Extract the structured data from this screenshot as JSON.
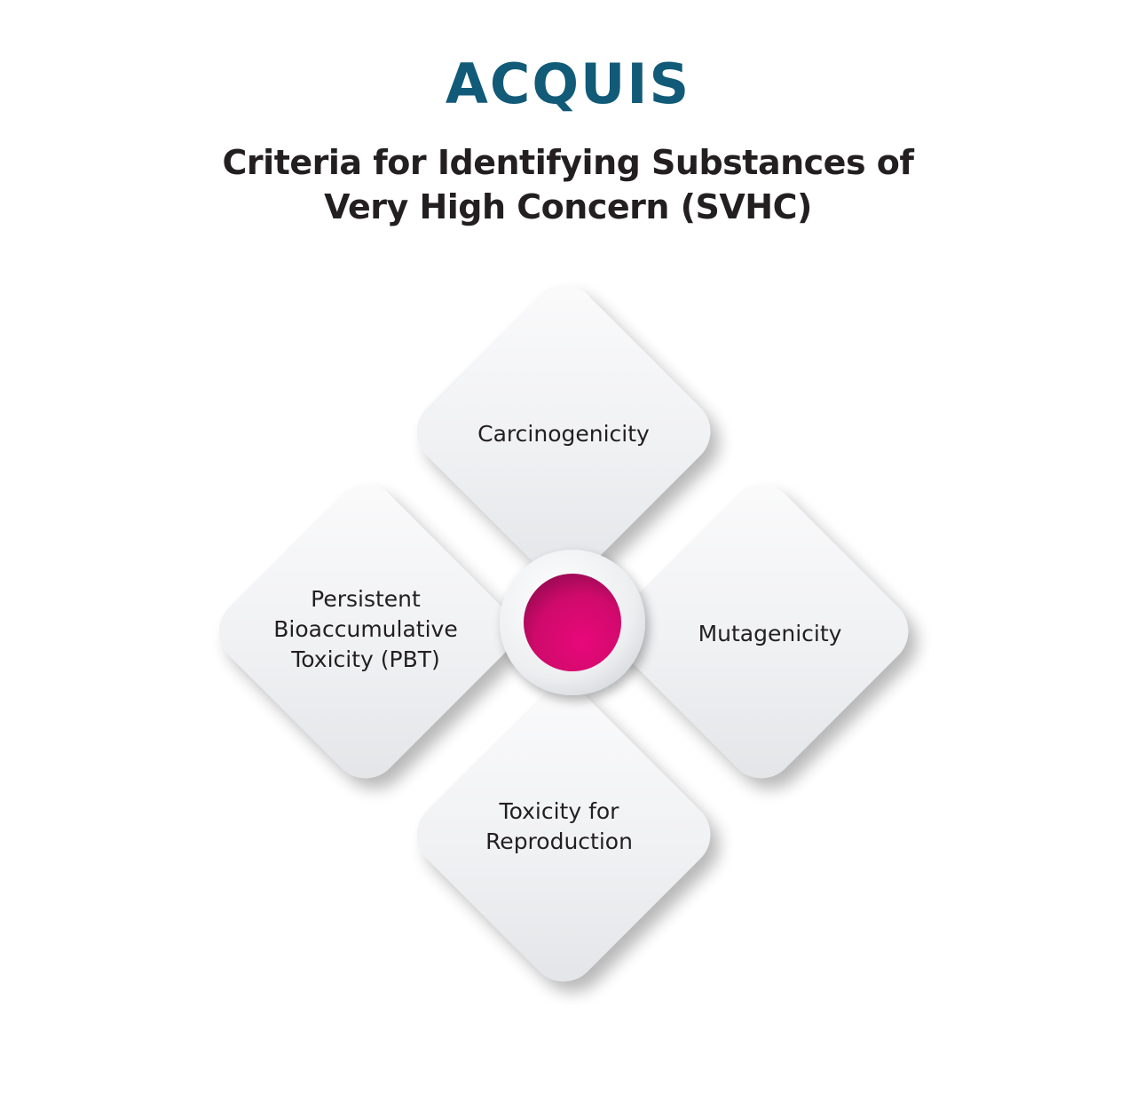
{
  "brand": {
    "name": "ACQUIS",
    "color": "#115a78"
  },
  "title": {
    "line1": "Criteria for Identifying Substances of",
    "line2": "Very High Concern (SVHC)"
  },
  "criteria": [
    {
      "id": "carcinogenicity",
      "lines": [
        "Carcinogenicity"
      ]
    },
    {
      "id": "mutagenicity",
      "lines": [
        "Mutagenicity"
      ]
    },
    {
      "id": "pbt",
      "lines": [
        "Persistent",
        "Bioaccumulative",
        "Toxicity (PBT)"
      ]
    },
    {
      "id": "reproduction",
      "lines": [
        "Toxicity for",
        "Reproduction"
      ]
    }
  ],
  "colors": {
    "center_dot": "#d40a6e",
    "tile_light": "#f7f8f9",
    "tile_dark": "#e4e6e9",
    "text": "#231f20"
  }
}
